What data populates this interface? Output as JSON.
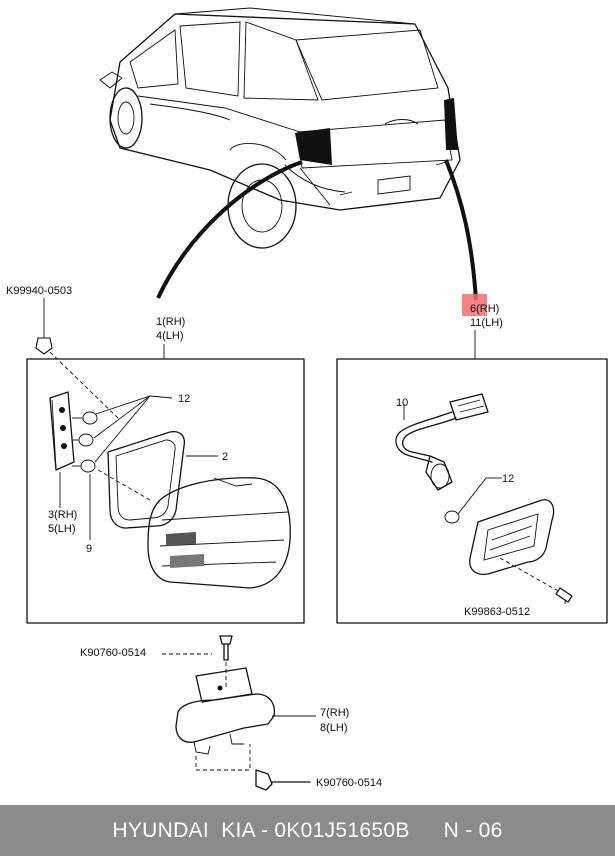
{
  "labels": {
    "clip_code": "K99940-0503",
    "left_lamp_rh": "1(RH)",
    "left_lamp_lh": "4(LH)",
    "right_lamp_rh": "6(RH)",
    "right_lamp_lh": "11(LH)",
    "gasket_no": "2",
    "bulb_left_no": "12",
    "socket_rh": "3(RH)",
    "socket_lh": "5(LH)",
    "screw_no": "9",
    "harness_no": "10",
    "bulb_right_no": "12",
    "screw_right_code": "K99863-0512",
    "top_bolt_code": "K90760-0514",
    "lower_lamp_rh": "7(RH)",
    "lower_lamp_lh": "8(LH)",
    "bottom_bolt_code": "K90760-0514"
  },
  "footer": {
    "part_text": "HYUNDAI  KIA - 0K01J51650B",
    "page_text": "N - 06"
  },
  "colors": {
    "highlight": "#f26d6d",
    "footer_bg": "#8b8b8b",
    "footer_text": "#ffffff",
    "line": "#111111"
  }
}
